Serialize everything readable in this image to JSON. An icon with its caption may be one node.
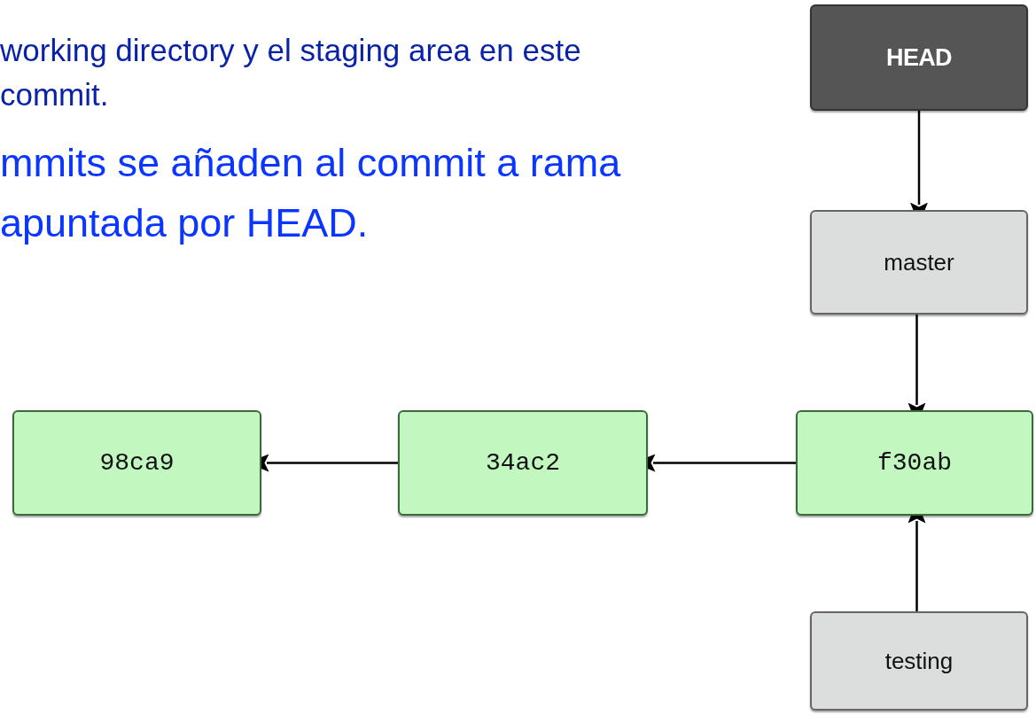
{
  "diagram": {
    "nodes": [
      {
        "text": [
          "HEAD"
        ]
      },
      {
        "text": [
          "master"
        ]
      },
      {
        "text": [
          "98ca9"
        ]
      },
      {
        "text": [
          "34ac2"
        ]
      },
      {
        "text": [
          "f30ab"
        ]
      },
      {
        "text": [
          "testing"
        ]
      }
    ],
    "edges": [
      {
        "from": 0,
        "to": 1,
        "arrow": "to"
      },
      {
        "from": 1,
        "to": 4,
        "arrow": "to"
      },
      {
        "from": 3,
        "to": 2,
        "arrow": "to"
      },
      {
        "from": 4,
        "to": 3,
        "arrow": "to"
      },
      {
        "from": 5,
        "to": 4,
        "arrow": "to"
      }
    ],
    "labels": [
      "working directory y el staging area en este commit.",
      "mmits se añaden al commit a rama apuntada por HEAD."
    ]
  }
}
